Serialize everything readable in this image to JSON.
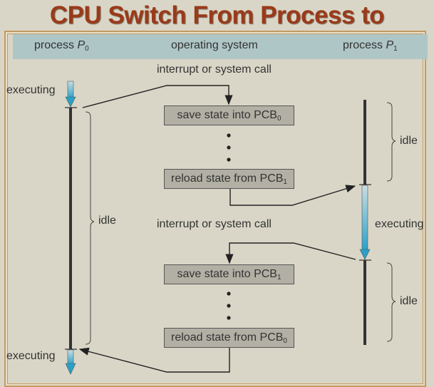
{
  "title": "CPU Switch From Process to Process",
  "header": {
    "p0_label": "process P",
    "p0_sub": "0",
    "os_label": "operating system",
    "p1_label": "process P",
    "p1_sub": "1"
  },
  "labels": {
    "interrupt_1": "interrupt or system call",
    "interrupt_2": "interrupt or system call",
    "p0_executing_top": "executing",
    "p0_idle": "idle",
    "p0_executing_bottom": "executing",
    "p1_idle_top": "idle",
    "p1_executing": "executing",
    "p1_idle_bottom": "idle"
  },
  "boxes": [
    {
      "text": "save state into PCB",
      "sub": "0"
    },
    {
      "text": "reload state from PCB",
      "sub": "1"
    },
    {
      "text": "save state into PCB",
      "sub": "1"
    },
    {
      "text": "reload state from PCB",
      "sub": "0"
    }
  ],
  "colors": {
    "title": "#9a3a1a",
    "header_band": "#afc6c6",
    "executing_arrow": "#3aa6c8",
    "box_fill": "#b2b0a4",
    "frame": "#c39a63"
  }
}
